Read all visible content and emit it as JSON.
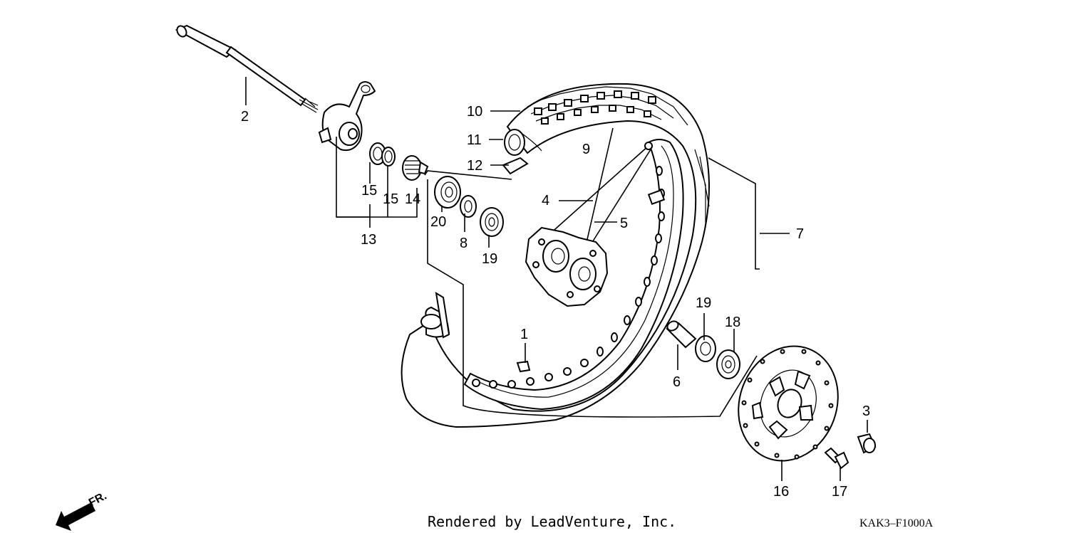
{
  "diagram": {
    "callouts": {
      "p1": "1",
      "p2": "2",
      "p3": "3",
      "p4": "4",
      "p5": "5",
      "p6": "6",
      "p7": "7",
      "p8": "8",
      "p9": "9",
      "p10": "10",
      "p11": "11",
      "p12": "12",
      "p13": "13",
      "p14": "14",
      "p15a": "15",
      "p15b": "15",
      "p16": "16",
      "p17": "17",
      "p18": "18",
      "p19a": "19",
      "p19b": "19",
      "p20": "20"
    },
    "front_marker": "FR.",
    "footer": {
      "rendered_by": "Rendered by LeadVenture, Inc.",
      "diagram_code": "KAK3–F1000A"
    }
  }
}
